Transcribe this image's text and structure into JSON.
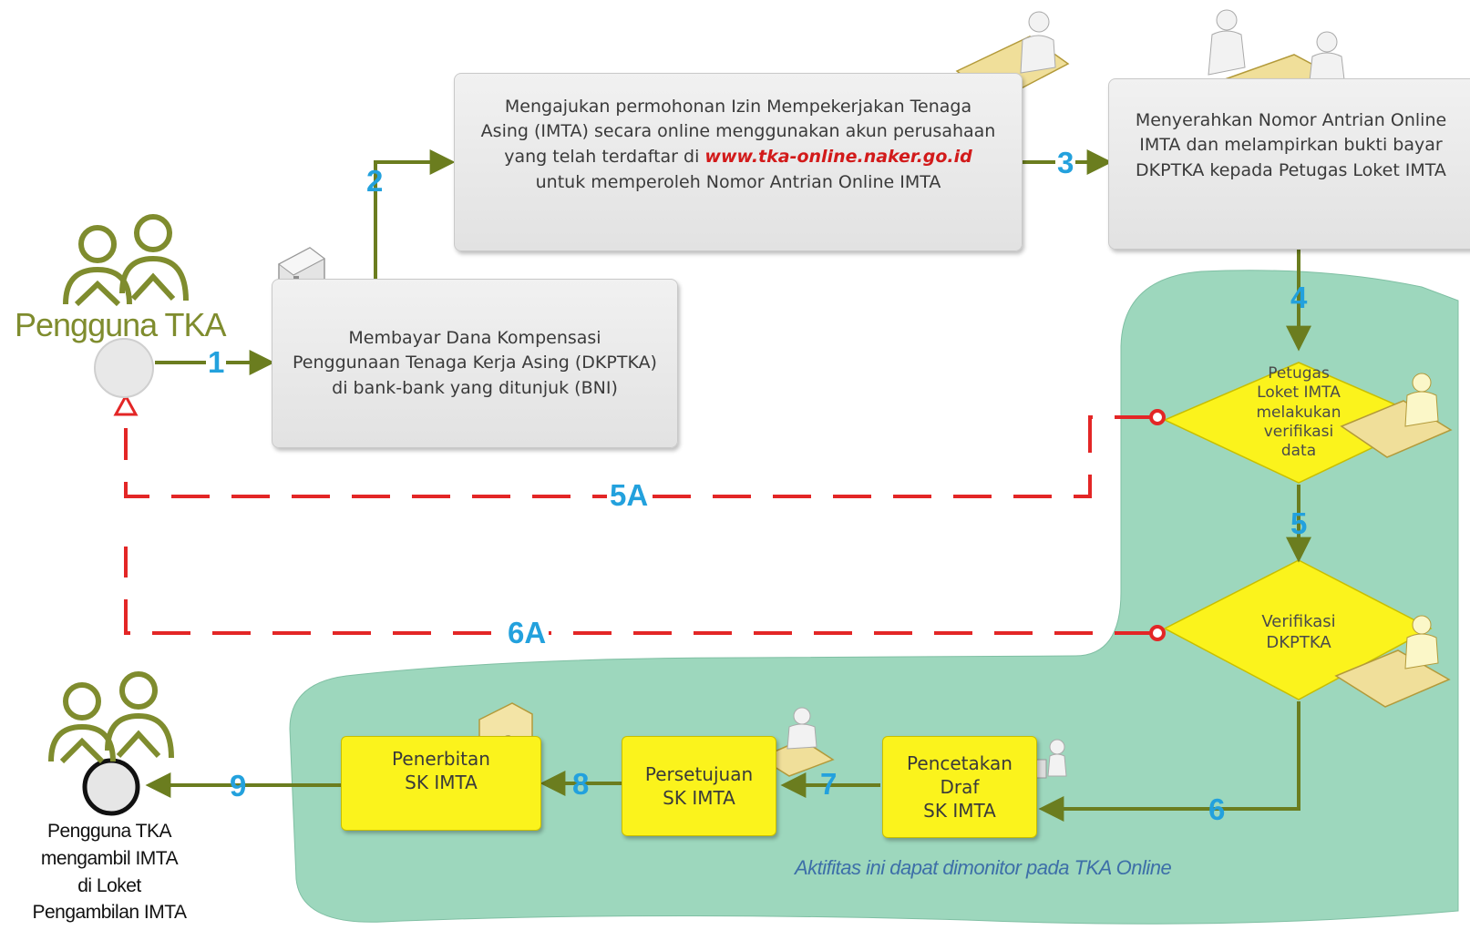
{
  "actors": {
    "start_label": "Pengguna TKA",
    "end_label": [
      "Pengguna TKA",
      "mengambil IMTA",
      "di Loket",
      "Pengambilan IMTA"
    ]
  },
  "steps": {
    "pay": [
      "Membayar Dana Kompensasi",
      "Penggunaan Tenaga Kerja Asing (DKPTKA)",
      "di bank-bank yang ditunjuk (BNI)"
    ],
    "apply": {
      "line1": "Mengajukan permohonan Izin Mempekerjakan Tenaga",
      "line2": "Asing (IMTA) secara online menggunakan akun perusahaan",
      "line3_pre": "yang telah terdaftar di ",
      "line3_url": "www.tka-online.naker.go.id",
      "line4": "untuk memperoleh Nomor Antrian Online IMTA"
    },
    "submit": [
      "Menyerahkan Nomor Antrian Online",
      "IMTA dan melampirkan bukti bayar",
      "DKPTKA kepada Petugas Loket IMTA"
    ],
    "verify_data": [
      "Petugas",
      "Loket IMTA",
      "melakukan",
      "verifikasi",
      "data"
    ],
    "verify_dkptka": [
      "Verifikasi",
      "DKPTKA"
    ],
    "print_draft": [
      "Pencetakan",
      "Draf",
      "SK IMTA"
    ],
    "approval": [
      "Persetujuan",
      "SK IMTA"
    ],
    "issuance": [
      "Penerbitan",
      "SK IMTA"
    ]
  },
  "arrow_labels": {
    "a1": "1",
    "a2": "2",
    "a3": "3",
    "a4": "4",
    "a5": "5",
    "a6": "6",
    "a7": "7",
    "a8": "8",
    "a9": "9",
    "a5a": "5A",
    "a6a": "6A"
  },
  "monitor_note": "Aktifitas ini dapat dimonitor pada TKA Online",
  "colors": {
    "flow_arrow": "#6b7d1f",
    "reject_arrow": "#e32626",
    "step_label": "#23a1dd",
    "region": "#9dd7bd",
    "decision": "#fbf31c",
    "actor": "#7f8c2e"
  }
}
